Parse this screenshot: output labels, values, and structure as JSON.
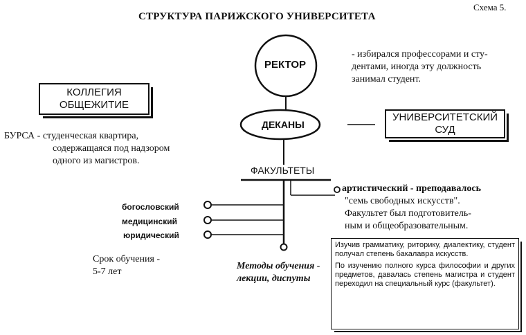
{
  "scheme_label": "Схема 5.",
  "title": "СТРУКТУРА ПАРИЖСКОГО УНИВЕРСИТЕТА",
  "rector": {
    "label": "РЕКТОР",
    "note_lines": [
      "- избирался профессорами и сту-",
      "дентами, иногда эту должность",
      "занимал студент."
    ]
  },
  "college": {
    "line1": "КОЛЛЕГИЯ",
    "line2": "ОБЩЕЖИТИЕ"
  },
  "bursa": {
    "line1": "БУРСА - студенческая квартира,",
    "line2": "содержащаяся под надзором",
    "line3": "одного из магистров."
  },
  "deans": {
    "label": "ДЕКАНЫ"
  },
  "court": {
    "line1": "УНИВЕРСИТЕТСКИЙ",
    "line2": "СУД"
  },
  "faculties": {
    "heading": "ФАКУЛЬТЕТЫ",
    "theological": "богословский",
    "medical": "медицинский",
    "law": "юридический",
    "artistic": {
      "line1": "артистический - преподавалось",
      "line2": "\"семь свободных искусств\".",
      "line3": "Факультет был подготовитель-",
      "line4": "ным и общеобразовательным."
    }
  },
  "study_term": {
    "line1": "Срок обучения -",
    "line2": "5-7 лет"
  },
  "methods": {
    "line1": "Методы обучения -",
    "line2": "лекции, диспуты"
  },
  "education_box": {
    "para1": "Изучив грамматику, риторику, диалектику, студент получал степень бакалавра искусств.",
    "para2": "По изучению полного курса философии и других предметов, давалась степень магистра и студент переходил на специальный курс (факультет)."
  }
}
